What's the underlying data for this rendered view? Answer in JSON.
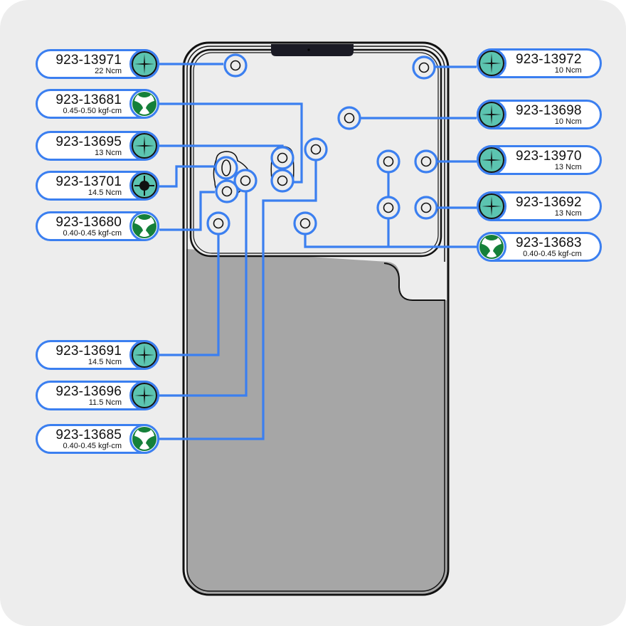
{
  "colors": {
    "background": "#ededed",
    "callout_blue": "#3b7ff0",
    "phillips_fill": "#5cc4b0",
    "triwing_fill": "#15803a",
    "phone_body_fill": "#a6a6a6",
    "camera_notch": "#1a1a24"
  },
  "labels": [
    {
      "id": "l1",
      "part": "923-13971",
      "torque": "22 Ncm",
      "icon": "phillips-screw-icon",
      "side": "left"
    },
    {
      "id": "l2",
      "part": "923-13681",
      "torque": "0.45-0.50 kgf-cm",
      "icon": "tri-wing-screw-icon",
      "side": "left"
    },
    {
      "id": "l3",
      "part": "923-13695",
      "torque": "13 Ncm",
      "icon": "phillips-screw-icon",
      "side": "left"
    },
    {
      "id": "l4",
      "part": "923-13701",
      "torque": "14.5 Ncm",
      "icon": "standoff-screw-icon",
      "side": "left"
    },
    {
      "id": "l5",
      "part": "923-13680",
      "torque": "0.40-0.45 kgf-cm",
      "icon": "tri-wing-screw-icon",
      "side": "left"
    },
    {
      "id": "l6",
      "part": "923-13691",
      "torque": "14.5 Ncm",
      "icon": "phillips-screw-icon",
      "side": "left"
    },
    {
      "id": "l7",
      "part": "923-13696",
      "torque": "11.5 Ncm",
      "icon": "phillips-screw-icon",
      "side": "left"
    },
    {
      "id": "l8",
      "part": "923-13685",
      "torque": "0.40-0.45 kgf-cm",
      "icon": "tri-wing-screw-icon",
      "side": "left"
    },
    {
      "id": "r1",
      "part": "923-13972",
      "torque": "10 Ncm",
      "icon": "phillips-screw-icon",
      "side": "right"
    },
    {
      "id": "r2",
      "part": "923-13698",
      "torque": "10 Ncm",
      "icon": "phillips-screw-icon",
      "side": "right"
    },
    {
      "id": "r3",
      "part": "923-13970",
      "torque": "13 Ncm",
      "icon": "phillips-screw-icon",
      "side": "right"
    },
    {
      "id": "r4",
      "part": "923-13692",
      "torque": "13 Ncm",
      "icon": "phillips-screw-icon",
      "side": "right"
    },
    {
      "id": "r5",
      "part": "923-13683",
      "torque": "0.40-0.45 kgf-cm",
      "icon": "tri-wing-screw-icon",
      "side": "right"
    }
  ]
}
